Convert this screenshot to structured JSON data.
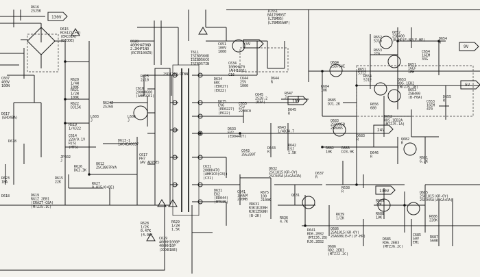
{
  "labels": [
    {
      "id": "r616",
      "lines": [
        "R616",
        "2SJ5K"
      ]
    },
    {
      "id": "v130-top",
      "lines": [
        "130V"
      ]
    },
    {
      "id": "d615",
      "lines": [
        "D615",
        "RC61Z(C+D)",
        "(ERC01A)",
        "(DIODE)"
      ]
    },
    {
      "id": "r620",
      "lines": [
        "R620",
        "1/4W",
        "100K"
      ]
    },
    {
      "id": "r621",
      "lines": [
        "R621",
        "1/2W",
        "100K"
      ]
    },
    {
      "id": "r622",
      "lines": [
        "R622",
        "DJ15K"
      ]
    },
    {
      "id": "c607",
      "lines": [
        "C607",
        "400V",
        "100N"
      ]
    },
    {
      "id": "d617",
      "lines": [
        "D617",
        "(ERD4BA)"
      ]
    },
    {
      "id": "r619",
      "lines": [
        "R619",
        "1/4J22"
      ]
    },
    {
      "id": "c614",
      "lines": [
        "C614",
        "220/0.1V",
        "R(S)",
        "(MT5)"
      ]
    },
    {
      "id": "d618",
      "lines": [
        "D618"
      ]
    },
    {
      "id": "jp602",
      "lines": [
        "JP602",
        "J"
      ]
    },
    {
      "id": "r623",
      "lines": [
        "R623",
        "1BA"
      ]
    },
    {
      "id": "r615",
      "lines": [
        "R615",
        "22K"
      ]
    },
    {
      "id": "d619",
      "lines": [
        "D619",
        "RG1Z 2EB1",
        "(ERAZT-C8A)",
        "(MTZJ5.1C)"
      ]
    },
    {
      "id": "c628",
      "lines": [
        "C628",
        "400KH470ND",
        "2.2KHF1NO",
        "(RC7E100ZR)"
      ]
    },
    {
      "id": "t611",
      "lines": [
        "T611",
        "ISIBD560D",
        "ISIBD56CO",
        "ISIBD57IN"
      ]
    },
    {
      "id": "r625",
      "lines": [
        "R625",
        "2/10"
      ]
    },
    {
      "id": "c616",
      "lines": [
        "C616",
        "200KH680",
        "(AHH1C01)"
      ]
    },
    {
      "id": "r624",
      "lines": [
        "R624Z",
        "2SJ68"
      ]
    },
    {
      "id": "l603",
      "lines": [
        "L603",
        "J"
      ]
    },
    {
      "id": "l606",
      "lines": [
        "L606",
        "J"
      ]
    },
    {
      "id": "ic",
      "lines": [
        "2SD1710-CTBN"
      ]
    },
    {
      "id": "d613",
      "lines": [
        "D613-1",
        "1AC4EA0037"
      ]
    },
    {
      "id": "q612",
      "lines": [
        "Q612",
        "2SC3807RYA"
      ]
    },
    {
      "id": "r626",
      "lines": [
        "R626",
        "DG3.3K"
      ]
    },
    {
      "id": "c617",
      "lines": [
        "C617",
        "PH7",
        "(AV AD7BE)"
      ]
    },
    {
      "id": "r627",
      "lines": [
        "R627",
        "0.015(0+BE)"
      ]
    },
    {
      "id": "r628",
      "lines": [
        "R628",
        "1/2K",
        "0.47K",
        "(4.0K)"
      ]
    },
    {
      "id": "r629",
      "lines": [
        "R629",
        "1/2W",
        "1.5K"
      ]
    },
    {
      "id": "c629",
      "lines": [
        "C629",
        "400KH1000P",
        "400KH10P",
        "(XXXB1BE)"
      ]
    },
    {
      "id": "c651",
      "lines": [
        "IC651",
        "BA178M05T",
        "(L78M05)",
        "(L78M05AHF)"
      ]
    },
    {
      "id": "v5",
      "lines": [
        "5V"
      ]
    },
    {
      "id": "c651b",
      "lines": [
        "C651",
        "100V",
        "1000"
      ]
    },
    {
      "id": "c634",
      "lines": [
        "C634",
        "100KH470",
        "(AHH1C01)",
        "C16"
      ]
    },
    {
      "id": "d634",
      "lines": [
        "D634",
        "ERC",
        "(ED027)",
        "(EO22)"
      ]
    },
    {
      "id": "c644",
      "lines": [
        "C644",
        "25V",
        "1000"
      ]
    },
    {
      "id": "d644",
      "lines": [
        "D644",
        "R"
      ]
    },
    {
      "id": "c645",
      "lines": [
        "C645",
        "2S28.2",
        "(E3A)"
      ]
    },
    {
      "id": "r647",
      "lines": [
        "R647",
        "J"
      ]
    },
    {
      "id": "v19",
      "lines": [
        "19V"
      ]
    },
    {
      "id": "d635",
      "lines": [
        "D635",
        "EV6",
        "(ED0227)",
        "(EO22)"
      ]
    },
    {
      "id": "c635",
      "lines": [
        "C635",
        "25V",
        "2200C0"
      ]
    },
    {
      "id": "d645",
      "lines": [
        "D645",
        "R"
      ]
    },
    {
      "id": "d633",
      "lines": [
        "D633",
        "EV2",
        "(ED044KT)"
      ]
    },
    {
      "id": "r643",
      "lines": [
        "R643",
        "1/4DJ4.7"
      ]
    },
    {
      "id": "c643",
      "lines": [
        "C643",
        "35E330T"
      ]
    },
    {
      "id": "d643",
      "lines": [
        "D643",
        "R"
      ]
    },
    {
      "id": "r642",
      "lines": [
        "R642",
        "1SJ",
        "1.5K"
      ]
    },
    {
      "id": "q684",
      "lines": [
        "Q684",
        "2SB764E"
      ]
    },
    {
      "id": "r684",
      "lines": [
        "R684",
        "10K"
      ]
    },
    {
      "id": "r685",
      "lines": [
        "R685",
        "DJ1.2K"
      ]
    },
    {
      "id": "q683",
      "lines": [
        "Q683",
        "2SB985B",
        "2SB985"
      ]
    },
    {
      "id": "v24",
      "lines": [
        "24V"
      ]
    },
    {
      "id": "d683",
      "lines": [
        "D683",
        "R"
      ]
    },
    {
      "id": "r682",
      "lines": [
        "R682",
        "10K"
      ]
    },
    {
      "id": "r683",
      "lines": [
        "R683",
        "DJ3.9K"
      ]
    },
    {
      "id": "d646",
      "lines": [
        "D646",
        "R"
      ]
    },
    {
      "id": "q682",
      "lines": [
        "Q682",
        "R"
      ]
    },
    {
      "id": "r681",
      "lines": [
        "R681",
        "6.2K"
      ]
    },
    {
      "id": "r652",
      "lines": [
        "R652",
        "5J10"
      ]
    },
    {
      "id": "q652",
      "lines": [
        "Q652",
        "2SB400",
        "(B-HP(E-NP(F-HP)"
      ]
    },
    {
      "id": "d654",
      "lines": [
        "D654",
        "R"
      ]
    },
    {
      "id": "v9",
      "lines": [
        "9V"
      ]
    },
    {
      "id": "r653",
      "lines": [
        "R653",
        "270"
      ]
    },
    {
      "id": "c654",
      "lines": [
        "C654",
        "16EM",
        "33G"
      ]
    },
    {
      "id": "d651",
      "lines": [
        "D651",
        "16EF",
        "1EH"
      ]
    },
    {
      "id": "r651",
      "lines": [
        "R651",
        "5J12"
      ]
    },
    {
      "id": "r654",
      "lines": [
        "R654",
        "5J12"
      ]
    },
    {
      "id": "d653",
      "lines": [
        "D653",
        "RD5.1EB2",
        "(MTZJ5.1B)"
      ]
    },
    {
      "id": "q653",
      "lines": [
        "Q653",
        "2SB400",
        "(B-F0A)"
      ]
    },
    {
      "id": "r656",
      "lines": [
        "R656",
        "680"
      ]
    },
    {
      "id": "c653",
      "lines": [
        "C653",
        "16EM",
        "470"
      ]
    },
    {
      "id": "d655",
      "lines": [
        "D655",
        "R"
      ]
    },
    {
      "id": "v5r",
      "lines": [
        "5V"
      ]
    },
    {
      "id": "d652",
      "lines": [
        "D652",
        "RD5.1EB2A",
        "(MTZJ5.1A)"
      ]
    },
    {
      "id": "c631",
      "lines": [
        "C631",
        "200KH470",
        "(AHH1C0(C8))",
        "(C31)"
      ]
    },
    {
      "id": "d631",
      "lines": [
        "D631",
        "EU2",
        "(ED044)",
        "(MT535)"
      ]
    },
    {
      "id": "q632",
      "lines": [
        "Q632",
        "2SC1815(GR-OY)",
        "2SC945A(A+GA+RA)"
      ]
    },
    {
      "id": "c641",
      "lines": [
        "C641",
        "160EM",
        "220MB"
      ]
    },
    {
      "id": "r675",
      "lines": [
        "R675",
        "100",
        "J100K"
      ]
    },
    {
      "id": "d637",
      "lines": [
        "D637",
        "R"
      ]
    },
    {
      "id": "r638",
      "lines": [
        "R638",
        "R"
      ]
    },
    {
      "id": "v130-mid",
      "lines": [
        "130V"
      ]
    },
    {
      "id": "vr631",
      "lines": [
        "VR631",
        "R3K1D2DNH",
        "RJK1Z5GNH",
        "(B-2K)"
      ]
    },
    {
      "id": "q631",
      "lines": [
        "Q631"
      ]
    },
    {
      "id": "r636",
      "lines": [
        "R636",
        "4.7K"
      ]
    },
    {
      "id": "r639",
      "lines": [
        "R639",
        "1/2K"
      ]
    },
    {
      "id": "d641",
      "lines": [
        "D641",
        "RD6.2EB2",
        "(MTZJ6.2B)",
        "RJ6.2EB2"
      ]
    },
    {
      "id": "q686",
      "lines": [
        "Q686",
        "2SA1015(GR-OY)",
        "2SA608(E+F)(F-HP)"
      ]
    },
    {
      "id": "r689",
      "lines": [
        "R689",
        "22K"
      ]
    },
    {
      "id": "r688",
      "lines": [
        "R688",
        "10K"
      ]
    },
    {
      "id": "q685",
      "lines": [
        "Q685",
        "2SC1815(GR-OY)",
        "2SC945A(A+GA+RA)"
      ]
    },
    {
      "id": "r686",
      "lines": [
        "R686",
        "220K"
      ]
    },
    {
      "id": "c685",
      "lines": [
        "C685",
        "50V",
        "EM1"
      ]
    },
    {
      "id": "r687",
      "lines": [
        "R687",
        "560K"
      ]
    },
    {
      "id": "d685",
      "lines": [
        "D685",
        "RD6.2EB3",
        "(MTZJ6.2C)"
      ]
    },
    {
      "id": "d686",
      "lines": [
        "D686",
        "RD2.2EB3",
        "(MTZJ2.2C)"
      ]
    },
    {
      "id": "d618b",
      "lines": [
        "D618"
      ]
    }
  ]
}
